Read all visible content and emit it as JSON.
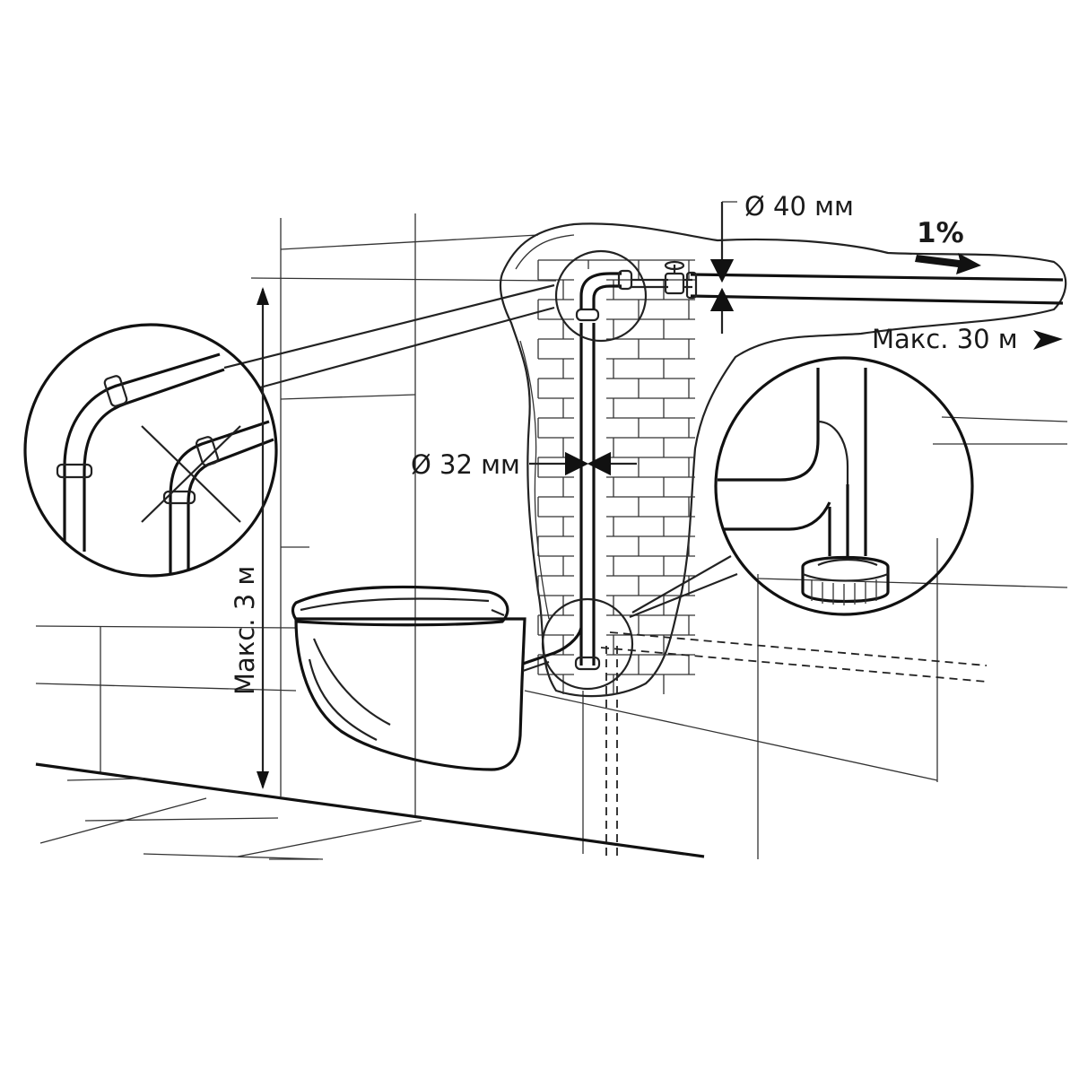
{
  "labels": {
    "outlet_diameter": "Ø 40 мм",
    "slope": "1%",
    "max_horizontal": "Макс. 30 м",
    "riser_diameter": "Ø 32 мм",
    "max_height": "Макс. 3 м"
  },
  "colors": {
    "line": "#111111",
    "background": "#ffffff"
  }
}
